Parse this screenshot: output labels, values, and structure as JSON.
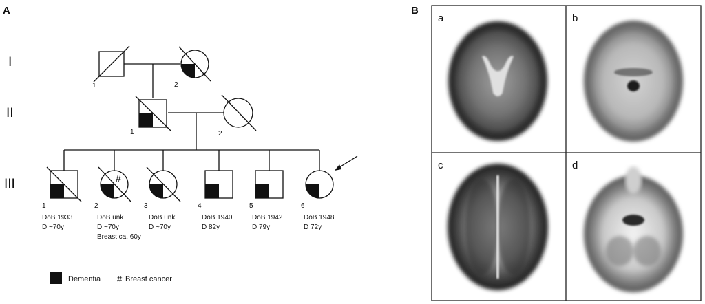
{
  "panels": {
    "A": "A",
    "B": "B"
  },
  "pedigree": {
    "generations": [
      "I",
      "II",
      "III"
    ],
    "individuals": {
      "I1": {
        "index": "1"
      },
      "I2": {
        "index": "2"
      },
      "II1": {
        "index": "1"
      },
      "II2": {
        "index": "2"
      },
      "III1": {
        "index": "1",
        "info": [
          "DoB 1933",
          "D ~70y"
        ]
      },
      "III2": {
        "index": "2",
        "info": [
          "DoB unk",
          "D ~70y",
          "Breast ca. 60y"
        ]
      },
      "III3": {
        "index": "3",
        "info": [
          "DoB unk",
          "D ~70y"
        ]
      },
      "III4": {
        "index": "4",
        "info": [
          "DoB 1940",
          "D 82y"
        ]
      },
      "III5": {
        "index": "5",
        "info": [
          "DoB 1942",
          "D 79y"
        ]
      },
      "III6": {
        "index": "6",
        "info": [
          "DoB 1948",
          "D 72y"
        ]
      }
    },
    "breast_cancer_marker": "#",
    "legend": {
      "dementia": "Dementia",
      "breast_symbol": "#",
      "breast": "Breast cancer"
    }
  },
  "scans": {
    "labels": [
      "a",
      "b",
      "c",
      "d"
    ]
  }
}
